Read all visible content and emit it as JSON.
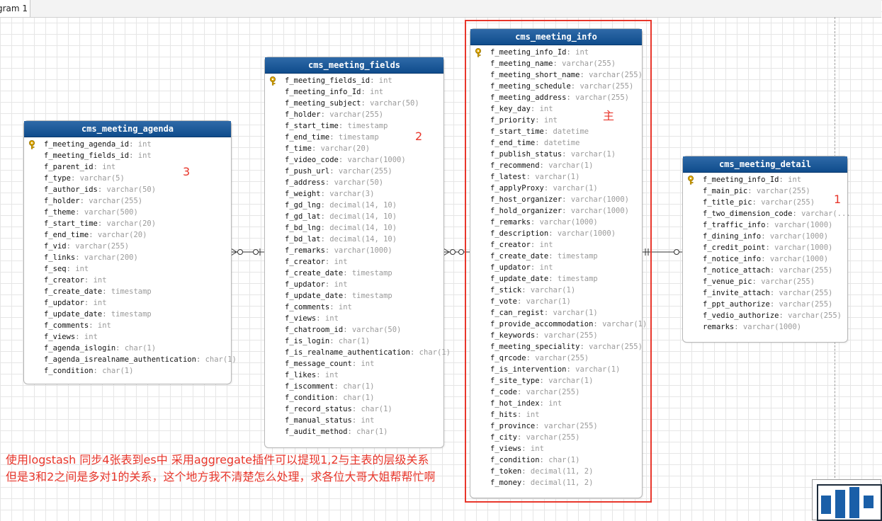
{
  "tab": {
    "label": "gram 1"
  },
  "tables": [
    {
      "id": "agenda",
      "name": "cms_meeting_agenda",
      "fields": [
        {
          "name": "f_meeting_agenda_id",
          "type": "int",
          "pk": true
        },
        {
          "name": "f_meeting_fields_id",
          "type": "int"
        },
        {
          "name": "f_parent_id",
          "type": "int"
        },
        {
          "name": "f_type",
          "type": "varchar(5)"
        },
        {
          "name": "f_author_ids",
          "type": "varchar(50)"
        },
        {
          "name": "f_holder",
          "type": "varchar(255)"
        },
        {
          "name": "f_theme",
          "type": "varchar(500)"
        },
        {
          "name": "f_start_time",
          "type": "varchar(20)"
        },
        {
          "name": "f_end_time",
          "type": "varchar(20)"
        },
        {
          "name": "f_vid",
          "type": "varchar(255)"
        },
        {
          "name": "f_links",
          "type": "varchar(200)"
        },
        {
          "name": "f_seq",
          "type": "int"
        },
        {
          "name": "f_creator",
          "type": "int"
        },
        {
          "name": "f_create_date",
          "type": "timestamp"
        },
        {
          "name": "f_updator",
          "type": "int"
        },
        {
          "name": "f_update_date",
          "type": "timestamp"
        },
        {
          "name": "f_comments",
          "type": "int"
        },
        {
          "name": "f_views",
          "type": "int"
        },
        {
          "name": "f_agenda_islogin",
          "type": "char(1)"
        },
        {
          "name": "f_agenda_isrealname_authentication",
          "type": "char(1)"
        },
        {
          "name": "f_condition",
          "type": "char(1)"
        }
      ]
    },
    {
      "id": "fields",
      "name": "cms_meeting_fields",
      "fields": [
        {
          "name": "f_meeting_fields_id",
          "type": "int",
          "pk": true
        },
        {
          "name": "f_meeting_info_Id",
          "type": "int"
        },
        {
          "name": "f_meeting_subject",
          "type": "varchar(50)"
        },
        {
          "name": "f_holder",
          "type": "varchar(255)"
        },
        {
          "name": "f_start_time",
          "type": "timestamp"
        },
        {
          "name": "f_end_time",
          "type": "timestamp"
        },
        {
          "name": "f_time",
          "type": "varchar(20)"
        },
        {
          "name": "f_video_code",
          "type": "varchar(1000)"
        },
        {
          "name": "f_push_url",
          "type": "varchar(255)"
        },
        {
          "name": "f_address",
          "type": "varchar(50)"
        },
        {
          "name": "f_weight",
          "type": "varchar(3)"
        },
        {
          "name": "f_gd_lng",
          "type": "decimal(14, 10)"
        },
        {
          "name": "f_gd_lat",
          "type": "decimal(14, 10)"
        },
        {
          "name": "f_bd_lng",
          "type": "decimal(14, 10)"
        },
        {
          "name": "f_bd_lat",
          "type": "decimal(14, 10)"
        },
        {
          "name": "f_remarks",
          "type": "varchar(1000)"
        },
        {
          "name": "f_creator",
          "type": "int"
        },
        {
          "name": "f_create_date",
          "type": "timestamp"
        },
        {
          "name": "f_updator",
          "type": "int"
        },
        {
          "name": "f_update_date",
          "type": "timestamp"
        },
        {
          "name": "f_comments",
          "type": "int"
        },
        {
          "name": "f_views",
          "type": "int"
        },
        {
          "name": "f_chatroom_id",
          "type": "varchar(50)"
        },
        {
          "name": "f_is_login",
          "type": "char(1)"
        },
        {
          "name": "f_is_realname_authentication",
          "type": "char(1)"
        },
        {
          "name": "f_message_count",
          "type": "int"
        },
        {
          "name": "f_likes",
          "type": "int"
        },
        {
          "name": "f_iscomment",
          "type": "char(1)"
        },
        {
          "name": "f_condition",
          "type": "char(1)"
        },
        {
          "name": "f_record_status",
          "type": "char(1)"
        },
        {
          "name": "f_manual_status",
          "type": "int"
        },
        {
          "name": "f_audit_method",
          "type": "char(1)"
        }
      ]
    },
    {
      "id": "info",
      "name": "cms_meeting_info",
      "fields": [
        {
          "name": "f_meeting_info_Id",
          "type": "int",
          "pk": true
        },
        {
          "name": "f_meeting_name",
          "type": "varchar(255)"
        },
        {
          "name": "f_meeting_short_name",
          "type": "varchar(255)"
        },
        {
          "name": "f_meeting_schedule",
          "type": "varchar(255)"
        },
        {
          "name": "f_meeting_address",
          "type": "varchar(255)"
        },
        {
          "name": "f_key_day",
          "type": "int"
        },
        {
          "name": "f_priority",
          "type": "int"
        },
        {
          "name": "f_start_time",
          "type": "datetime"
        },
        {
          "name": "f_end_time",
          "type": "datetime"
        },
        {
          "name": "f_publish_status",
          "type": "varchar(1)"
        },
        {
          "name": "f_recommend",
          "type": "varchar(1)"
        },
        {
          "name": "f_latest",
          "type": "varchar(1)"
        },
        {
          "name": "f_applyProxy",
          "type": "varchar(1)"
        },
        {
          "name": "f_host_organizer",
          "type": "varchar(1000)"
        },
        {
          "name": "f_hold_organizer",
          "type": "varchar(1000)"
        },
        {
          "name": "f_remarks",
          "type": "varchar(1000)"
        },
        {
          "name": "f_description",
          "type": "varchar(1000)"
        },
        {
          "name": "f_creator",
          "type": "int"
        },
        {
          "name": "f_create_date",
          "type": "timestamp"
        },
        {
          "name": "f_updator",
          "type": "int"
        },
        {
          "name": "f_update_date",
          "type": "timestamp"
        },
        {
          "name": "f_stick",
          "type": "varchar(1)"
        },
        {
          "name": "f_vote",
          "type": "varchar(1)"
        },
        {
          "name": "f_can_regist",
          "type": "varchar(1)"
        },
        {
          "name": "f_provide_accommodation",
          "type": "varchar(1)"
        },
        {
          "name": "f_keywords",
          "type": "varchar(255)"
        },
        {
          "name": "f_meeting_speciality",
          "type": "varchar(255)"
        },
        {
          "name": "f_qrcode",
          "type": "varchar(255)"
        },
        {
          "name": "f_is_intervention",
          "type": "varchar(1)"
        },
        {
          "name": "f_site_type",
          "type": "varchar(1)"
        },
        {
          "name": "f_code",
          "type": "varchar(255)"
        },
        {
          "name": "f_hot_index",
          "type": "int"
        },
        {
          "name": "f_hits",
          "type": "int"
        },
        {
          "name": "f_province",
          "type": "varchar(255)"
        },
        {
          "name": "f_city",
          "type": "varchar(255)"
        },
        {
          "name": "f_views",
          "type": "int"
        },
        {
          "name": "f_condition",
          "type": "char(1)"
        },
        {
          "name": "f_token",
          "type": "decimal(11, 2)"
        },
        {
          "name": "f_money",
          "type": "decimal(11, 2)"
        }
      ]
    },
    {
      "id": "detail",
      "name": "cms_meeting_detail",
      "fields": [
        {
          "name": "f_meeting_info_Id",
          "type": "int",
          "pk": true
        },
        {
          "name": "f_main_pic",
          "type": "varchar(255)"
        },
        {
          "name": "f_title_pic",
          "type": "varchar(255)"
        },
        {
          "name": "f_two_dimension_code",
          "type": "varchar(..."
        },
        {
          "name": "f_traffic_info",
          "type": "varchar(1000)"
        },
        {
          "name": "f_dining_info",
          "type": "varchar(1000)"
        },
        {
          "name": "f_credit_point",
          "type": "varchar(1000)"
        },
        {
          "name": "f_notice_info",
          "type": "varchar(1000)"
        },
        {
          "name": "f_notice_attach",
          "type": "varchar(255)"
        },
        {
          "name": "f_venue_pic",
          "type": "varchar(255)"
        },
        {
          "name": "f_invite_attach",
          "type": "varchar(255)"
        },
        {
          "name": "f_ppt_authorize",
          "type": "varchar(255)"
        },
        {
          "name": "f_vedio_authorize",
          "type": "varchar(255)"
        },
        {
          "name": "remarks",
          "type": "varchar(1000)"
        }
      ]
    }
  ],
  "annotations": {
    "agenda_number": "3",
    "fields_number": "2",
    "info_label": "主",
    "detail_number": "1",
    "caption_line1": "使用logstash 同步4张表到es中 采用aggregate插件可以提现1,2与主表的层级关系",
    "caption_line2": "但是3和2之间是多对1的关系，这个地方我不清楚怎么处理，求各位大哥大姐帮帮忙啊"
  },
  "colors": {
    "header": "#0f4c8c",
    "annotation": "#e8362b",
    "key": "#e0a800"
  },
  "icons": {
    "primary_key": "key-icon"
  }
}
